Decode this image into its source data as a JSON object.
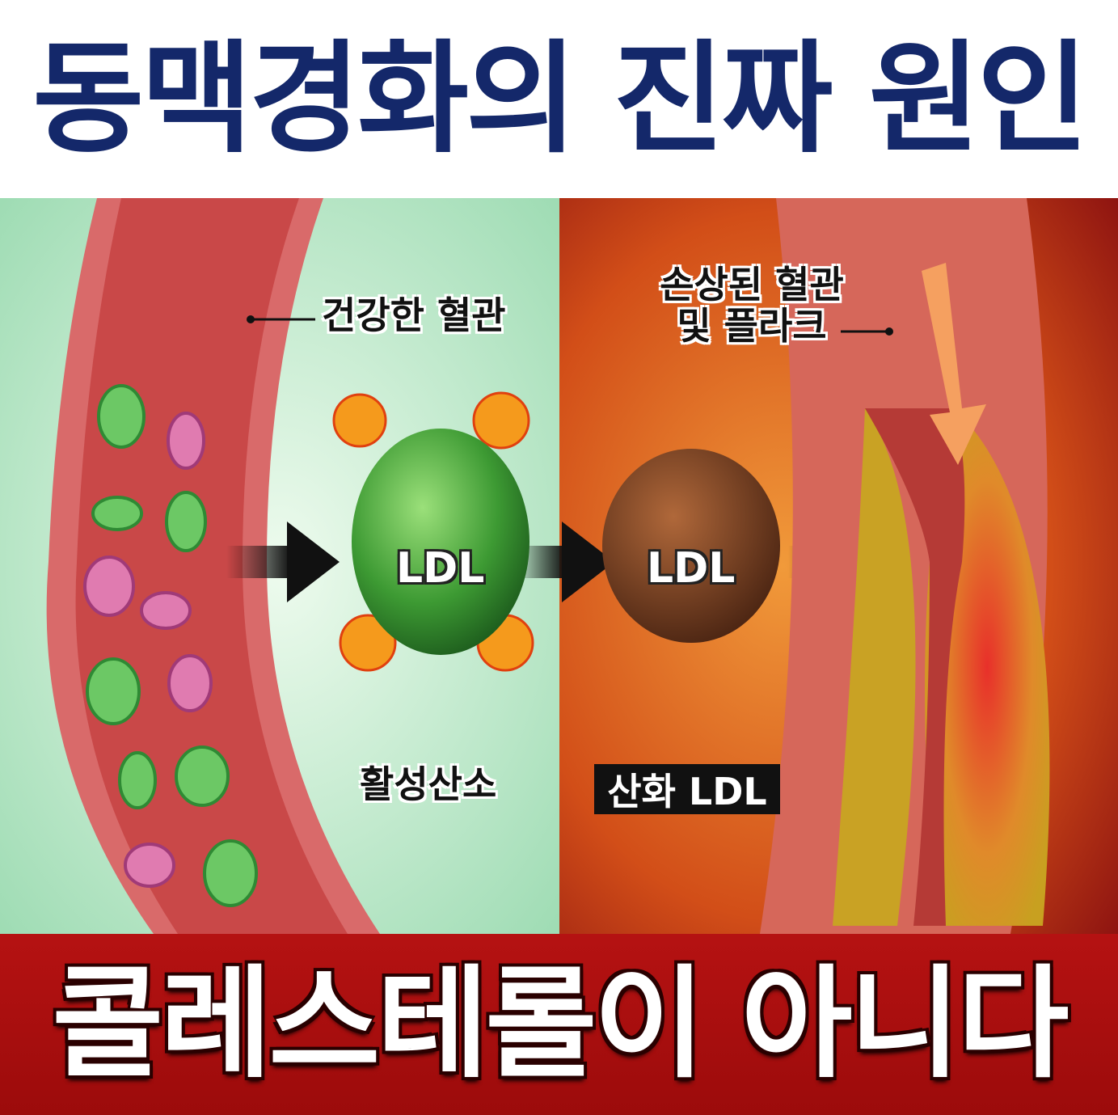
{
  "header": {
    "title": "동맥경화의 진짜 원인",
    "color": "#14286a"
  },
  "illustration": {
    "healthy_vessel_label": "건강한 혈관",
    "damaged_vessel_label": "손상된 혈관\n및 플라크",
    "damaged_vessel_label_line1": "손상된 혈관",
    "damaged_vessel_label_line2": "및 플라크",
    "ldl_healthy": "LDL",
    "ldl_oxidized": "LDL",
    "ros_label": "활성산소",
    "oxidized_ldl_label": "산화 LDL",
    "left_bg": "#bfe8cc",
    "right_bg": "#d8521a"
  },
  "footer": {
    "text": "콜레스테롤이 아니다",
    "bg": "#b51212"
  }
}
